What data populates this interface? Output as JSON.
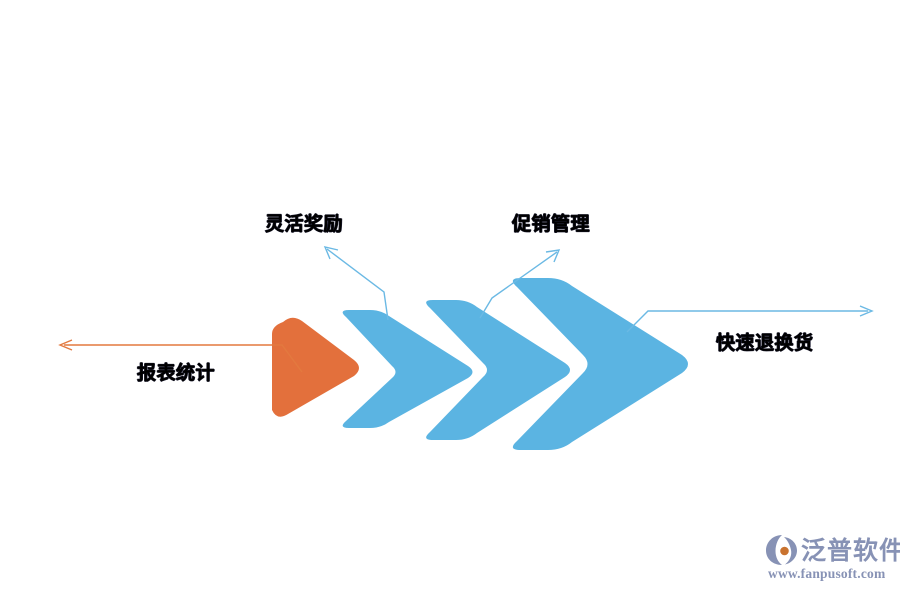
{
  "diagram": {
    "type": "process-chevron-flow",
    "background_color": "#ffffff",
    "palette": {
      "orange": "#E3703C",
      "orange_line": "#E3793F",
      "blue": "#5BB4E2",
      "blue_line": "#6BB9E4",
      "text": "#000000",
      "watermark": "#8792B5"
    },
    "shapes": [
      {
        "name": "orange-triangle",
        "kind": "triangle",
        "color": "#E3703C",
        "order": 1
      },
      {
        "name": "blue-chevron-1",
        "kind": "chevron",
        "color": "#5BB4E2",
        "order": 2
      },
      {
        "name": "blue-chevron-2",
        "kind": "chevron",
        "color": "#5BB4E2",
        "order": 3
      },
      {
        "name": "blue-chevron-3",
        "kind": "chevron",
        "color": "#5BB4E2",
        "order": 4
      }
    ],
    "callouts": [
      {
        "id": "report-stats",
        "label": "报表统计",
        "color": "#E3793F",
        "direction": "left",
        "source_shape": "orange-triangle"
      },
      {
        "id": "flexible-reward",
        "label": "灵活奖励",
        "color": "#6BB9E4",
        "direction": "up-left",
        "source_shape": "blue-chevron-1"
      },
      {
        "id": "promotion-mgmt",
        "label": "促销管理",
        "color": "#6BB9E4",
        "direction": "up-right",
        "source_shape": "blue-chevron-2"
      },
      {
        "id": "fast-return",
        "label": "快速退换货",
        "color": "#6BB9E4",
        "direction": "right",
        "source_shape": "blue-chevron-3"
      }
    ]
  },
  "watermark": {
    "brand": "泛普软件",
    "url": "www.fanpusoft.com",
    "color": "#8792B5",
    "logo_icon": "fanpu-swirl-logo-icon"
  }
}
